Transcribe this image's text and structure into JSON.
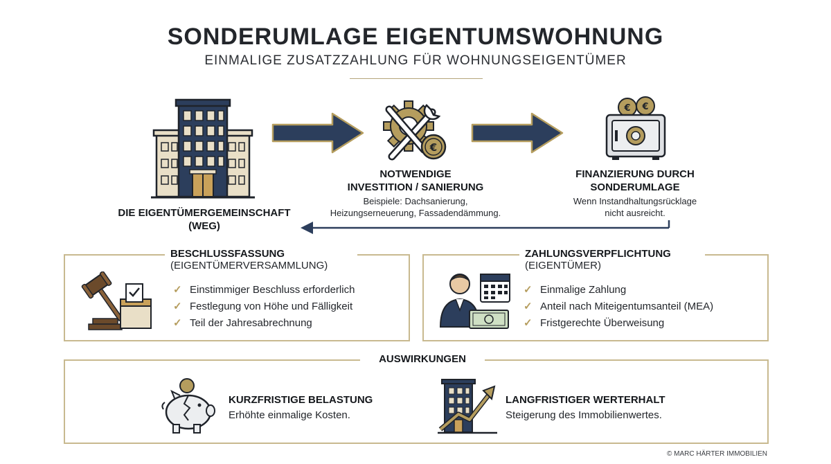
{
  "header": {
    "title": "SONDERUMLAGE EIGENTUMSWOHNUNG",
    "subtitle": "EINMALIGE ZUSATZZAHLUNG FÜR WOHNUNGSEIGENTÜMER"
  },
  "flow": {
    "step1": {
      "title_line1": "DIE EIGENTÜMERGEMEINSCHAFT",
      "title_line2": "(WEG)",
      "icon": "apartment-building-icon"
    },
    "step2": {
      "title_line1": "NOTWENDIGE",
      "title_line2": "INVESTITION / SANIERUNG",
      "desc_line1": "Beispiele: Dachsanierung,",
      "desc_line2": "Heizungserneuerung, Fassadendämmung.",
      "icon": "gear-wrench-euro-icon"
    },
    "step3": {
      "title_line1": "FINANZIERUNG DURCH",
      "title_line2": "SONDERUMLAGE",
      "desc_line1": "Wenn Instandhaltungsrücklage",
      "desc_line2": "nicht ausreicht.",
      "icon": "safe-coins-icon"
    }
  },
  "resolution": {
    "title": "BESCHLUSSFASSUNG",
    "subtitle": "(EIGENTÜMERVERSAMMLUNG)",
    "items": [
      "Einstimmiger Beschluss erforderlich",
      "Festlegung von Höhe und Fälligkeit",
      "Teil der Jahresabrechnung"
    ],
    "icon": "gavel-ballot-box-icon"
  },
  "payment": {
    "title": "ZAHLUNGSVERPFLICHTUNG",
    "subtitle": "(EIGENTÜMER)",
    "items": [
      "Einmalige Zahlung",
      "Anteil nach Miteigentumsanteil (MEA)",
      "Fristgerechte Überweisung"
    ],
    "icon": "owner-calendar-banknote-icon"
  },
  "effects": {
    "title": "AUSWIRKUNGEN",
    "short": {
      "title": "KURZFRISTIGE BELASTUNG",
      "desc": "Erhöhte einmalige Kosten.",
      "icon": "broken-piggy-bank-icon"
    },
    "long": {
      "title": "LANGFRISTIGER WERTERHALT",
      "desc": "Steigerung des Immobilienwertes.",
      "icon": "building-growth-arrow-icon"
    }
  },
  "footer": "© MARC HÄRTER IMMOBILIEN",
  "colors": {
    "navy": "#2c3e5c",
    "gold": "#b59d5e",
    "beige": "#e9dfc7",
    "outline": "#1f232a"
  }
}
